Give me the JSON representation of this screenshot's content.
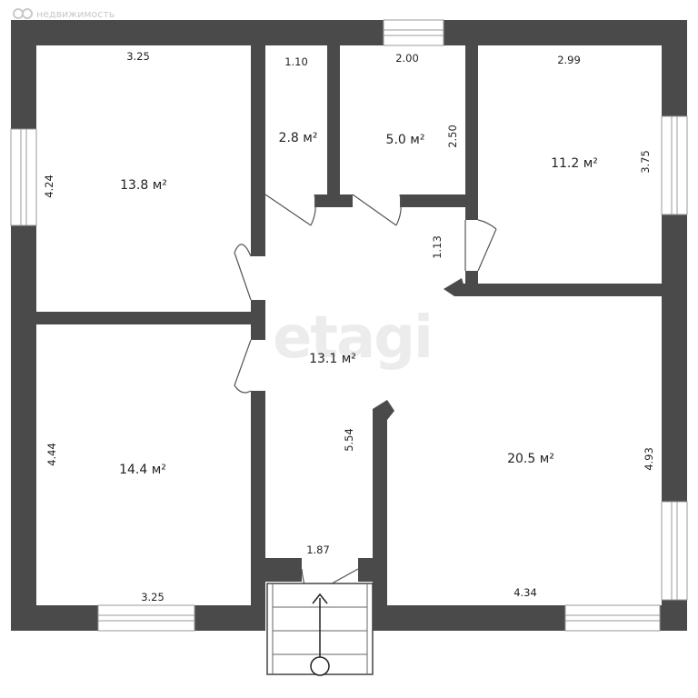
{
  "brand": {
    "text": "недвижимость",
    "watermark": "etagi"
  },
  "rooms": [
    {
      "id": "bedroom-top-left",
      "area": "13.8 м²"
    },
    {
      "id": "storage",
      "area": "2.8 м²"
    },
    {
      "id": "bathroom",
      "area": "5.0 м²"
    },
    {
      "id": "room-top-right",
      "area": "11.2 м²"
    },
    {
      "id": "hallway",
      "area": "13.1 м²"
    },
    {
      "id": "bedroom-bottom-left",
      "area": "14.4 м²"
    },
    {
      "id": "living-room",
      "area": "20.5 м²"
    }
  ],
  "dimensions": {
    "top_left_width": "3.25",
    "storage_width": "1.10",
    "bath_width": "2.00",
    "top_right_width": "2.99",
    "top_left_height": "4.24",
    "bath_height": "2.50",
    "top_right_height": "3.75",
    "hall_short": "1.13",
    "bottom_left_height": "4.44",
    "hall_length": "5.54",
    "living_height": "4.93",
    "entry_width": "1.87",
    "bottom_left_width": "3.25",
    "living_width": "4.34"
  },
  "colors": {
    "wall": "#4a4a4a",
    "window": "#ffffff"
  }
}
